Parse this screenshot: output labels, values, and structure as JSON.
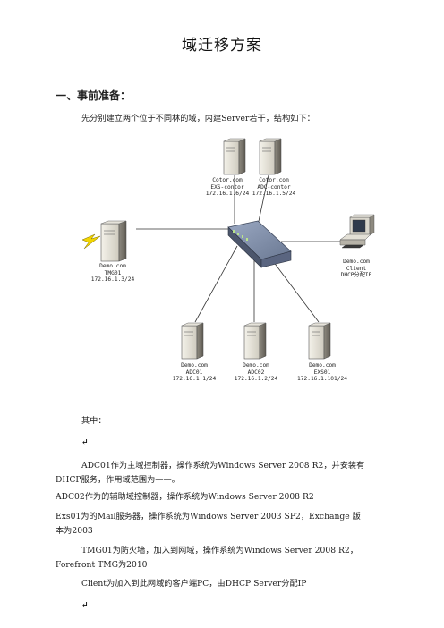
{
  "title": "域迁移方案",
  "section1": {
    "heading": "一、事前准备："
  },
  "intro": "先分别建立两个位于不同林的域，内建Server若干，结构如下：",
  "diagram": {
    "nodes": {
      "exs_contoso": {
        "domain": "Cotor.com",
        "name": "EXS-contor",
        "ip": "172.16.1.6/24"
      },
      "adc_contoso": {
        "domain": "Cotor.com",
        "name": "ADC-contor",
        "ip": "172.16.1.5/24"
      },
      "tmg01": {
        "domain": "Demo.com",
        "name": "TMG01",
        "ip": "172.16.1.3/24"
      },
      "client": {
        "domain": "Demo.com",
        "name": "Client",
        "ip": "DHCP分配IP"
      },
      "adc01": {
        "domain": "Demo.com",
        "name": "ADC01",
        "ip": "172.16.1.1/24"
      },
      "adc02": {
        "domain": "Demo.com",
        "name": "ADC02",
        "ip": "172.16.1.2/24"
      },
      "exs01": {
        "domain": "Demo.com",
        "name": "EXS01",
        "ip": "172.16.1.101/24"
      }
    }
  },
  "where": "其中：",
  "mark1": "↵",
  "paragraphs": [
    "ADC01作为主域控制器，操作系统为Windows Server 2008 R2，并安装有",
    "DHCP服务，作用域范围为——。",
    "ADC02作为的辅助域控制器，操作系统为Windows Server 2008 R2",
    "Exs01为的Mail服务器，操作系统为Windows Server 2003 SP2，Exchange 版",
    "本为2003",
    "TMG01为防火墙，加入到网域，操作系统为Windows Server 2008 R2，",
    "Forefront TMG为2010",
    "Client为加入到此网域的客户端PC，由DHCP Server分配IP"
  ],
  "mark2": "↵"
}
